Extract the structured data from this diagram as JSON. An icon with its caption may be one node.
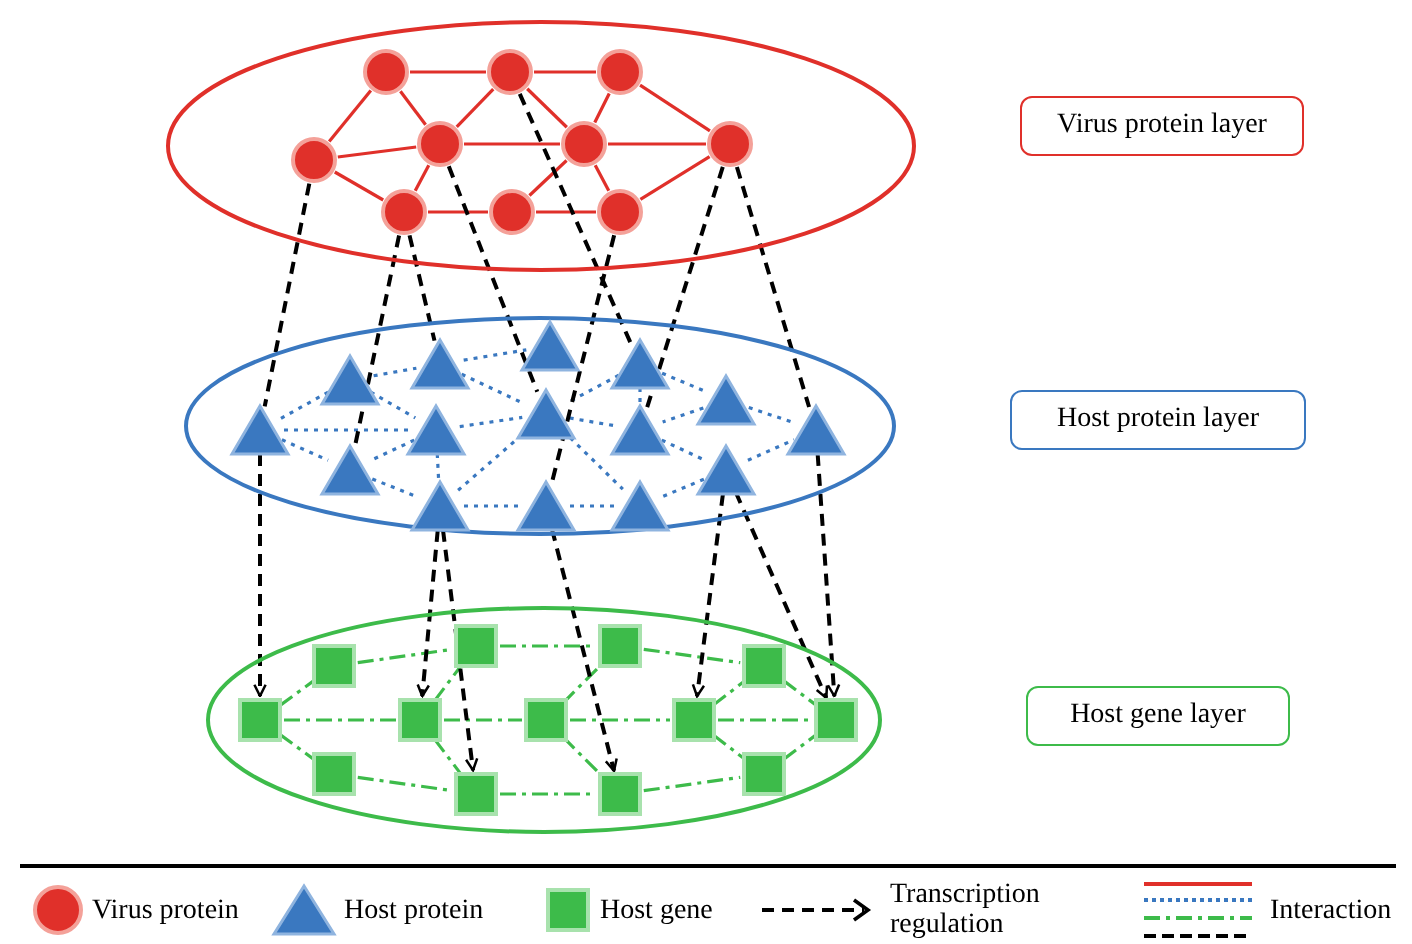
{
  "diagram": {
    "nodes": [
      {
        "text": [],
        "shape": "ellipse"
      },
      {
        "text": [],
        "shape": "circle",
        "in": 0
      },
      {
        "text": [],
        "shape": "circle",
        "in": 0
      },
      {
        "text": [],
        "shape": "circle",
        "in": 0
      },
      {
        "text": [],
        "shape": "circle",
        "in": 0
      },
      {
        "text": [],
        "shape": "circle",
        "in": 0
      },
      {
        "text": [],
        "shape": "circle",
        "in": 0
      },
      {
        "text": [],
        "shape": "circle",
        "in": 0
      },
      {
        "text": [],
        "shape": "circle",
        "in": 0
      },
      {
        "text": [],
        "shape": "circle",
        "in": 0
      },
      {
        "text": [],
        "shape": "circle",
        "in": 0
      },
      {
        "text": [],
        "shape": "ellipse"
      },
      {
        "text": [],
        "shape": "triangle",
        "in": 11
      },
      {
        "text": [],
        "shape": "triangle",
        "in": 11
      },
      {
        "text": [],
        "shape": "triangle",
        "in": 11
      },
      {
        "text": [],
        "shape": "triangle",
        "in": 11
      },
      {
        "text": [],
        "shape": "triangle",
        "in": 11
      },
      {
        "text": [],
        "shape": "triangle",
        "in": 11
      },
      {
        "text": [],
        "shape": "triangle",
        "in": 11
      },
      {
        "text": [],
        "shape": "triangle",
        "in": 11
      },
      {
        "text": [],
        "shape": "triangle",
        "in": 11
      },
      {
        "text": [],
        "shape": "triangle",
        "in": 11
      },
      {
        "text": [],
        "shape": "triangle",
        "in": 11
      },
      {
        "text": [],
        "shape": "triangle",
        "in": 11
      },
      {
        "text": [],
        "shape": "triangle",
        "in": 11
      },
      {
        "text": [],
        "shape": "triangle",
        "in": 11
      },
      {
        "text": [],
        "shape": "triangle",
        "in": 11
      },
      {
        "text": [],
        "shape": "ellipse"
      },
      {
        "text": [],
        "shape": "box",
        "in": 27
      },
      {
        "text": [],
        "shape": "box",
        "in": 27
      },
      {
        "text": [],
        "shape": "box",
        "in": 27
      },
      {
        "text": [],
        "shape": "box",
        "in": 27
      },
      {
        "text": [],
        "shape": "box",
        "in": 27
      },
      {
        "text": [],
        "shape": "box",
        "in": 27
      },
      {
        "text": [],
        "shape": "box",
        "in": 27
      },
      {
        "text": [],
        "shape": "box",
        "in": 27
      },
      {
        "text": [],
        "shape": "box",
        "in": 27
      },
      {
        "text": [],
        "shape": "box",
        "in": 27
      },
      {
        "text": [],
        "shape": "box",
        "in": 27
      },
      {
        "text": [],
        "shape": "box",
        "in": 27
      },
      {
        "text": [],
        "shape": "box",
        "in": 27
      },
      {
        "text": [
          "Virus protein layer"
        ]
      },
      {
        "text": [
          "Host protein layer"
        ]
      },
      {
        "text": [
          "Host gene layer"
        ]
      }
    ],
    "edges": [
      {
        "from": 1,
        "to": 2,
        "arrow": "none",
        "color": "#e0302a"
      },
      {
        "from": 2,
        "to": 3,
        "arrow": "none",
        "color": "#e0302a"
      },
      {
        "from": 1,
        "to": 4,
        "arrow": "none",
        "color": "#e0302a"
      },
      {
        "from": 1,
        "to": 5,
        "arrow": "none",
        "color": "#e0302a"
      },
      {
        "from": 2,
        "to": 5,
        "arrow": "none",
        "color": "#e0302a"
      },
      {
        "from": 2,
        "to": 6,
        "arrow": "none",
        "color": "#e0302a"
      },
      {
        "from": 3,
        "to": 6,
        "arrow": "none",
        "color": "#e0302a"
      },
      {
        "from": 3,
        "to": 7,
        "arrow": "none",
        "color": "#e0302a"
      },
      {
        "from": 4,
        "to": 5,
        "arrow": "none",
        "color": "#e0302a"
      },
      {
        "from": 4,
        "to": 8,
        "arrow": "none",
        "color": "#e0302a"
      },
      {
        "from": 5,
        "to": 6,
        "arrow": "none",
        "color": "#e0302a"
      },
      {
        "from": 5,
        "to": 8,
        "arrow": "none",
        "color": "#e0302a"
      },
      {
        "from": 6,
        "to": 7,
        "arrow": "none",
        "color": "#e0302a"
      },
      {
        "from": 6,
        "to": 9,
        "arrow": "none",
        "color": "#e0302a"
      },
      {
        "from": 6,
        "to": 10,
        "arrow": "none",
        "color": "#e0302a"
      },
      {
        "from": 8,
        "to": 9,
        "arrow": "none",
        "color": "#e0302a"
      },
      {
        "from": 9,
        "to": 10,
        "arrow": "none",
        "color": "#e0302a"
      },
      {
        "from": 10,
        "to": 7,
        "arrow": "none",
        "color": "#e0302a"
      },
      {
        "from": 12,
        "to": 13,
        "arrow": "none",
        "style": "dashed",
        "color": "#3a78c0"
      },
      {
        "from": 12,
        "to": 22,
        "arrow": "none",
        "style": "dashed",
        "color": "#3a78c0"
      },
      {
        "from": 13,
        "to": 14,
        "arrow": "none",
        "style": "dashed",
        "color": "#3a78c0"
      },
      {
        "from": 13,
        "to": 19,
        "arrow": "none",
        "style": "dashed",
        "color": "#3a78c0"
      },
      {
        "from": 14,
        "to": 15,
        "arrow": "none",
        "style": "dashed",
        "color": "#3a78c0"
      },
      {
        "from": 14,
        "to": 20,
        "arrow": "none",
        "style": "dashed",
        "color": "#3a78c0"
      },
      {
        "from": 16,
        "to": 20,
        "arrow": "none",
        "style": "dashed",
        "color": "#3a78c0"
      },
      {
        "from": 16,
        "to": 21,
        "arrow": "none",
        "style": "dashed",
        "color": "#3a78c0"
      },
      {
        "from": 16,
        "to": 17,
        "arrow": "none",
        "style": "dashed",
        "color": "#3a78c0"
      },
      {
        "from": 17,
        "to": 18,
        "arrow": "none",
        "style": "dashed",
        "color": "#3a78c0"
      },
      {
        "from": 17,
        "to": 21,
        "arrow": "none",
        "style": "dashed",
        "color": "#3a78c0"
      },
      {
        "from": 19,
        "to": 20,
        "arrow": "none",
        "style": "dashed",
        "color": "#3a78c0"
      },
      {
        "from": 19,
        "to": 22,
        "arrow": "none",
        "style": "dashed",
        "color": "#3a78c0"
      },
      {
        "from": 19,
        "to": 24,
        "arrow": "none",
        "style": "dashed",
        "color": "#3a78c0"
      },
      {
        "from": 22,
        "to": 24,
        "arrow": "none",
        "style": "dashed",
        "color": "#3a78c0"
      },
      {
        "from": 24,
        "to": 25,
        "arrow": "none",
        "style": "dashed",
        "color": "#3a78c0"
      },
      {
        "from": 24,
        "to": 20,
        "arrow": "none",
        "style": "dashed",
        "color": "#3a78c0"
      },
      {
        "from": 20,
        "to": 21,
        "arrow": "none",
        "style": "dashed",
        "color": "#3a78c0"
      },
      {
        "from": 20,
        "to": 26,
        "arrow": "none",
        "style": "dashed",
        "color": "#3a78c0"
      },
      {
        "from": 21,
        "to": 23,
        "arrow": "none",
        "style": "dashed",
        "color": "#3a78c0"
      },
      {
        "from": 23,
        "to": 18,
        "arrow": "none",
        "style": "dashed",
        "color": "#3a78c0"
      },
      {
        "from": 23,
        "to": 26,
        "arrow": "none",
        "style": "dashed",
        "color": "#3a78c0"
      },
      {
        "from": 25,
        "to": 26,
        "arrow": "none",
        "style": "dashed",
        "color": "#3a78c0"
      },
      {
        "from": 12,
        "to": 19,
        "arrow": "none",
        "style": "dashed",
        "color": "#3a78c0"
      },
      {
        "from": 28,
        "to": 29,
        "arrow": "none",
        "style": "dashed",
        "color": "#3dbb4a"
      },
      {
        "from": 28,
        "to": 30,
        "arrow": "none",
        "style": "dashed",
        "color": "#3dbb4a"
      },
      {
        "from": 28,
        "to": 31,
        "arrow": "none",
        "style": "dashed",
        "color": "#3dbb4a"
      },
      {
        "from": 29,
        "to": 32,
        "arrow": "none",
        "style": "dashed",
        "color": "#3dbb4a"
      },
      {
        "from": 30,
        "to": 33,
        "arrow": "none",
        "style": "dashed",
        "color": "#3dbb4a"
      },
      {
        "from": 31,
        "to": 32,
        "arrow": "none",
        "style": "dashed",
        "color": "#3dbb4a"
      },
      {
        "from": 31,
        "to": 33,
        "arrow": "none",
        "style": "dashed",
        "color": "#3dbb4a"
      },
      {
        "from": 31,
        "to": 34,
        "arrow": "none",
        "style": "dashed",
        "color": "#3dbb4a"
      },
      {
        "from": 32,
        "to": 35,
        "arrow": "none",
        "style": "dashed",
        "color": "#3dbb4a"
      },
      {
        "from": 33,
        "to": 36,
        "arrow": "none",
        "style": "dashed",
        "color": "#3dbb4a"
      },
      {
        "from": 34,
        "to": 35,
        "arrow": "none",
        "style": "dashed",
        "color": "#3dbb4a"
      },
      {
        "from": 34,
        "to": 36,
        "arrow": "none",
        "style": "dashed",
        "color": "#3dbb4a"
      },
      {
        "from": 34,
        "to": 37,
        "arrow": "none",
        "style": "dashed",
        "color": "#3dbb4a"
      },
      {
        "from": 35,
        "to": 38,
        "arrow": "none",
        "style": "dashed",
        "color": "#3dbb4a"
      },
      {
        "from": 36,
        "to": 39,
        "arrow": "none",
        "style": "dashed",
        "color": "#3dbb4a"
      },
      {
        "from": 37,
        "to": 38,
        "arrow": "none",
        "style": "dashed",
        "color": "#3dbb4a"
      },
      {
        "from": 37,
        "to": 39,
        "arrow": "none",
        "style": "dashed",
        "color": "#3dbb4a"
      },
      {
        "from": 37,
        "to": 40,
        "arrow": "none",
        "style": "dashed",
        "color": "#3dbb4a"
      },
      {
        "from": 38,
        "to": 40,
        "arrow": "none",
        "style": "dashed",
        "color": "#3dbb4a"
      },
      {
        "from": 39,
        "to": 40,
        "arrow": "none",
        "style": "dashed",
        "color": "#3dbb4a"
      },
      {
        "from": 4,
        "to": 12,
        "arrow": "none",
        "style": "dashed",
        "color": "#000000"
      },
      {
        "from": 8,
        "to": 22,
        "arrow": "none",
        "style": "dashed",
        "color": "#000000"
      },
      {
        "from": 8,
        "to": 14,
        "arrow": "none",
        "style": "dashed",
        "color": "#000000"
      },
      {
        "from": 5,
        "to": 20,
        "arrow": "none",
        "style": "dashed",
        "color": "#000000"
      },
      {
        "from": 2,
        "to": 16,
        "arrow": "none",
        "style": "dashed",
        "color": "#000000"
      },
      {
        "from": 10,
        "to": 25,
        "arrow": "none",
        "style": "dashed",
        "color": "#000000"
      },
      {
        "from": 7,
        "to": 21,
        "arrow": "none",
        "style": "dashed",
        "color": "#000000"
      },
      {
        "from": 7,
        "to": 18,
        "arrow": "none",
        "style": "dashed",
        "color": "#000000"
      },
      {
        "from": 12,
        "to": 28,
        "arrow": "to",
        "style": "dashed",
        "color": "#000000"
      },
      {
        "from": 24,
        "to": 31,
        "arrow": "to",
        "style": "dashed",
        "color": "#000000"
      },
      {
        "from": 24,
        "to": 33,
        "arrow": "to",
        "style": "dashed",
        "color": "#000000"
      },
      {
        "from": 25,
        "to": 36,
        "arrow": "to",
        "style": "dashed",
        "color": "#000000"
      },
      {
        "from": 23,
        "to": 37,
        "arrow": "to",
        "style": "dashed",
        "color": "#000000"
      },
      {
        "from": 23,
        "to": 40,
        "arrow": "to",
        "style": "dashed",
        "color": "#000000"
      },
      {
        "from": 18,
        "to": 40,
        "arrow": "to",
        "style": "dashed",
        "color": "#000000"
      }
    ],
    "legend": [
      {
        "text": "Virus protein"
      },
      {
        "text": "Host protein"
      },
      {
        "text": "Host gene"
      },
      {
        "text": "Transcription regulation"
      },
      {
        "text": "Interaction"
      }
    ]
  }
}
